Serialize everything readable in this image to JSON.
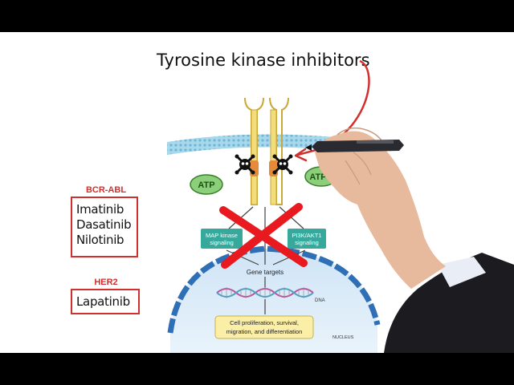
{
  "title": "Tyrosine kinase inhibitors",
  "atp_label": "ATP",
  "atp_label_right": "ATP",
  "pathways": {
    "left": [
      "MAP kinase",
      "signaling"
    ],
    "right": [
      "PI3K/AKT1",
      "signaling"
    ]
  },
  "gene_targets": "Gene targets",
  "dna_label": "DNA",
  "outcome": [
    "Cell proliferation, survival,",
    "migration, and differentiation"
  ],
  "nucleus_label": "NUCLEUS",
  "groups": [
    {
      "heading": "BCR-ABL",
      "drugs": [
        "Imatinib",
        "Dasatinib",
        "Nilotinib"
      ]
    },
    {
      "heading": "HER2",
      "drugs": [
        "Lapatinib"
      ]
    }
  ],
  "colors": {
    "accent_red": "#d0312d",
    "membrane": "#7ec3df",
    "nucleus": "#2f6fb5",
    "receptor": "#f3dc7a",
    "kinase": "#e58a3a",
    "atp": "#8ccf7a",
    "pathway_teal": "#36a99c",
    "outcome_box": "#fbeea7"
  }
}
